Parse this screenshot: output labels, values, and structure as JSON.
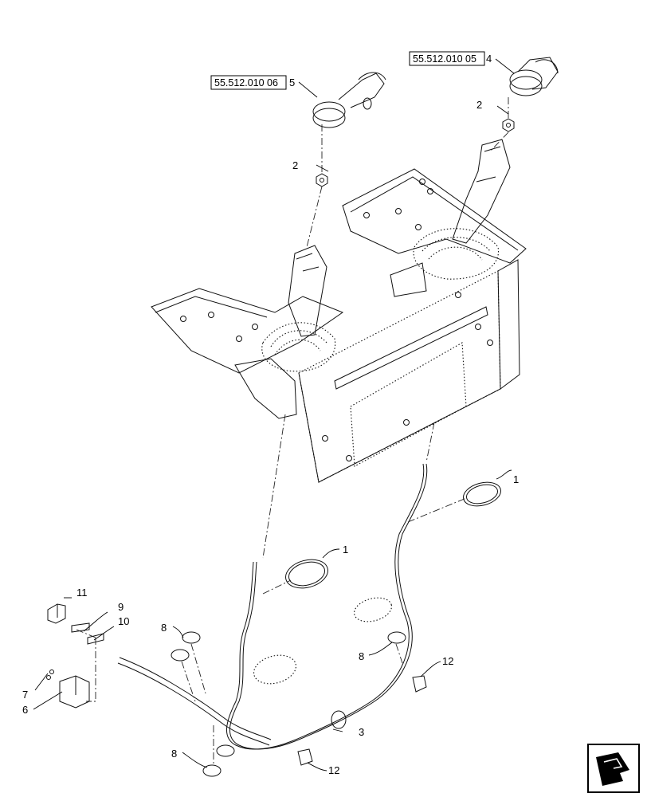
{
  "references": {
    "left_joystick_ref": "55.512.010 06",
    "right_joystick_ref": "55.512.010 05"
  },
  "callouts": {
    "c1a": "1",
    "c1b": "1",
    "c2a": "2",
    "c2b": "2",
    "c3": "3",
    "c4": "4",
    "c5": "5",
    "c6": "6",
    "c7": "7",
    "c8a": "8",
    "c8b": "8",
    "c8c": "8",
    "c9": "9",
    "c10": "10",
    "c11": "11",
    "c12a": "12",
    "c12b": "12"
  },
  "icons": {
    "nav": "next-page-arrow-icon"
  }
}
